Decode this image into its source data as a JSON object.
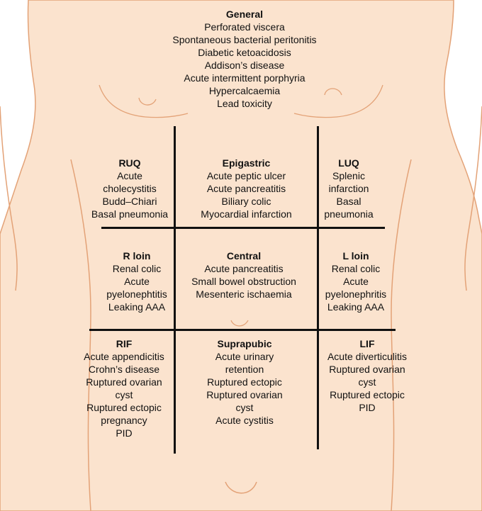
{
  "colors": {
    "skin": "#FBE3CE",
    "outline": "#E3A277",
    "grid": "#111111",
    "text": "#111111"
  },
  "general": {
    "title": "General",
    "items": [
      "Perforated viscera",
      "Spontaneous bacterial peritonitis",
      "Diabetic ketoacidosis",
      "Addison’s disease",
      "Acute intermittent porphyria",
      "Hypercalcaemia",
      "Lead toxicity"
    ]
  },
  "ruq": {
    "title": "RUQ",
    "items": [
      "Acute",
      "cholecystitis",
      "Budd–Chiari",
      "Basal pneumonia"
    ]
  },
  "epigastric": {
    "title": "Epigastric",
    "items": [
      "Acute peptic ulcer",
      "Acute pancreatitis",
      "Biliary colic",
      "Myocardial infarction"
    ]
  },
  "luq": {
    "title": "LUQ",
    "items": [
      "Splenic",
      "infarction",
      "Basal",
      "pneumonia"
    ]
  },
  "r_loin": {
    "title": "R loin",
    "items": [
      "Renal colic",
      "Acute",
      "pyelonephtitis",
      "Leaking AAA"
    ]
  },
  "central": {
    "title": "Central",
    "items": [
      "Acute pancreatitis",
      "Small bowel obstruction",
      "Mesenteric ischaemia"
    ]
  },
  "l_loin": {
    "title": "L loin",
    "items": [
      "Renal colic",
      "Acute",
      "pyelonephritis",
      "Leaking AAA"
    ]
  },
  "rif": {
    "title": "RIF",
    "items": [
      "Acute appendicitis",
      "Crohn’s disease",
      "Ruptured ovarian",
      "cyst",
      "Ruptured ectopic",
      "pregnancy",
      "PID"
    ]
  },
  "suprapubic": {
    "title": "Suprapubic",
    "items": [
      "Acute urinary",
      "retention",
      "Ruptured ectopic",
      "Ruptured ovarian",
      "cyst",
      "Acute cystitis"
    ]
  },
  "lif": {
    "title": "LIF",
    "items": [
      "Acute diverticulitis",
      "Ruptured ovarian",
      "cyst",
      "Ruptured ectopic",
      "PID"
    ]
  }
}
